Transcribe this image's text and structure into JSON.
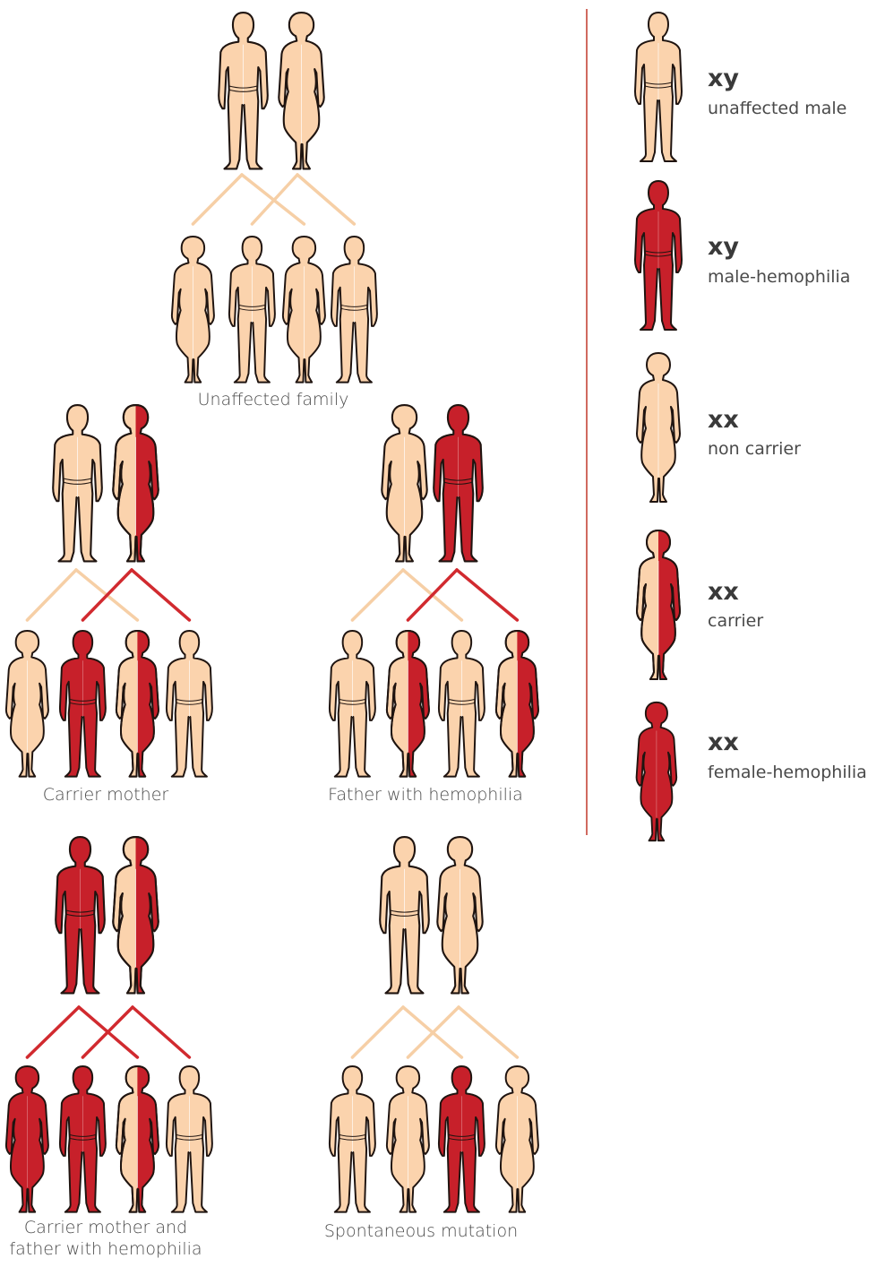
{
  "colors": {
    "unaffected": "#fbd3ad",
    "hemophilia": "#c7202a",
    "outline": "#1f1410",
    "line_unaffected": "#f6cfa6",
    "line_affected": "#d12a2f",
    "divider": "#c0392b",
    "text": "#4a4a4a"
  },
  "families": [
    {
      "caption": "Unaffected family",
      "parents": [
        {
          "sex": "male",
          "status": "unaffected"
        },
        {
          "sex": "female",
          "status": "non-carrier"
        }
      ],
      "children": [
        {
          "sex": "female",
          "status": "non-carrier"
        },
        {
          "sex": "male",
          "status": "unaffected"
        },
        {
          "sex": "female",
          "status": "non-carrier"
        },
        {
          "sex": "male",
          "status": "unaffected"
        }
      ]
    },
    {
      "caption": "Carrier mother",
      "parents": [
        {
          "sex": "male",
          "status": "unaffected"
        },
        {
          "sex": "female",
          "status": "carrier"
        }
      ],
      "children": [
        {
          "sex": "female",
          "status": "non-carrier"
        },
        {
          "sex": "male",
          "status": "hemophilia"
        },
        {
          "sex": "female",
          "status": "carrier"
        },
        {
          "sex": "male",
          "status": "unaffected"
        }
      ]
    },
    {
      "caption": "Father with hemophilia",
      "parents": [
        {
          "sex": "female",
          "status": "non-carrier"
        },
        {
          "sex": "male",
          "status": "hemophilia"
        }
      ],
      "children": [
        {
          "sex": "male",
          "status": "unaffected"
        },
        {
          "sex": "female",
          "status": "carrier"
        },
        {
          "sex": "male",
          "status": "unaffected"
        },
        {
          "sex": "female",
          "status": "carrier"
        }
      ]
    },
    {
      "caption": "Carrier mother and\nfather with hemophilia",
      "parents": [
        {
          "sex": "male",
          "status": "hemophilia"
        },
        {
          "sex": "female",
          "status": "carrier"
        }
      ],
      "children": [
        {
          "sex": "female",
          "status": "hemophilia"
        },
        {
          "sex": "male",
          "status": "hemophilia"
        },
        {
          "sex": "female",
          "status": "carrier"
        },
        {
          "sex": "male",
          "status": "unaffected"
        }
      ]
    },
    {
      "caption": "Spontaneous mutation",
      "parents": [
        {
          "sex": "male",
          "status": "unaffected"
        },
        {
          "sex": "female",
          "status": "non-carrier"
        }
      ],
      "children": [
        {
          "sex": "male",
          "status": "unaffected"
        },
        {
          "sex": "female",
          "status": "non-carrier"
        },
        {
          "sex": "male",
          "status": "hemophilia"
        },
        {
          "sex": "female",
          "status": "non-carrier"
        }
      ]
    }
  ],
  "legend": [
    {
      "genotype": "xy",
      "description": "unaffected male",
      "sex": "male",
      "status": "unaffected"
    },
    {
      "genotype": "xy",
      "description": "male-hemophilia",
      "sex": "male",
      "status": "hemophilia"
    },
    {
      "genotype": "xx",
      "description": "non carrier",
      "sex": "female",
      "status": "non-carrier"
    },
    {
      "genotype": "xx",
      "description": "carrier",
      "sex": "female",
      "status": "carrier"
    },
    {
      "genotype": "xx",
      "description": "female-hemophilia",
      "sex": "female",
      "status": "hemophilia"
    }
  ]
}
